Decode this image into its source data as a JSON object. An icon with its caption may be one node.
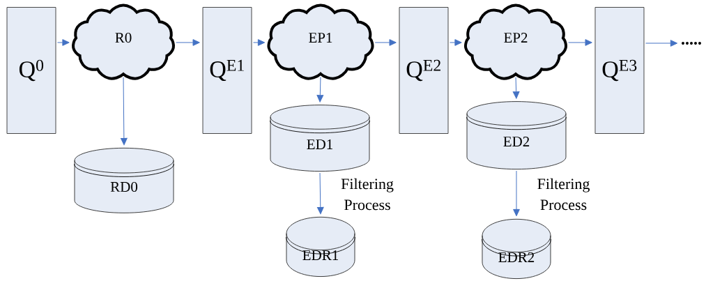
{
  "diagram": {
    "nodes": [
      {
        "text": [
          "Q$^{0}$"
        ]
      },
      {
        "text": [
          "R0"
        ]
      },
      {
        "text": [
          "Q$^{E1}$"
        ]
      },
      {
        "text": [
          "EP1"
        ]
      },
      {
        "text": [
          "Q$^{E2}$"
        ]
      },
      {
        "text": [
          "EP2"
        ]
      },
      {
        "text": [
          "Q$^{E3}$"
        ]
      },
      {
        "text": [
          "....."
        ]
      },
      {
        "text": [
          "RD0"
        ]
      },
      {
        "text": [
          "ED1"
        ]
      },
      {
        "text": [
          "EDR1"
        ]
      },
      {
        "text": [
          "ED2"
        ]
      },
      {
        "text": [
          "EDR2"
        ]
      }
    ],
    "edges": [
      {
        "from": 0,
        "to": 1,
        "arrow": "to"
      },
      {
        "from": 1,
        "to": 2,
        "arrow": "to"
      },
      {
        "from": 2,
        "to": 3,
        "arrow": "to"
      },
      {
        "from": 3,
        "to": 4,
        "arrow": "to"
      },
      {
        "from": 4,
        "to": 5,
        "arrow": "to"
      },
      {
        "from": 5,
        "to": 6,
        "arrow": "to"
      },
      {
        "from": 6,
        "to": 7,
        "arrow": "to"
      },
      {
        "from": 1,
        "to": 8,
        "arrow": "to"
      },
      {
        "from": 3,
        "to": 9,
        "arrow": "to"
      },
      {
        "from": 9,
        "to": 10,
        "arrow": "to",
        "label": "Filtering Process"
      },
      {
        "from": 5,
        "to": 11,
        "arrow": "to"
      },
      {
        "from": 11,
        "to": 12,
        "arrow": "to",
        "label": "Filtering Process"
      }
    ]
  }
}
